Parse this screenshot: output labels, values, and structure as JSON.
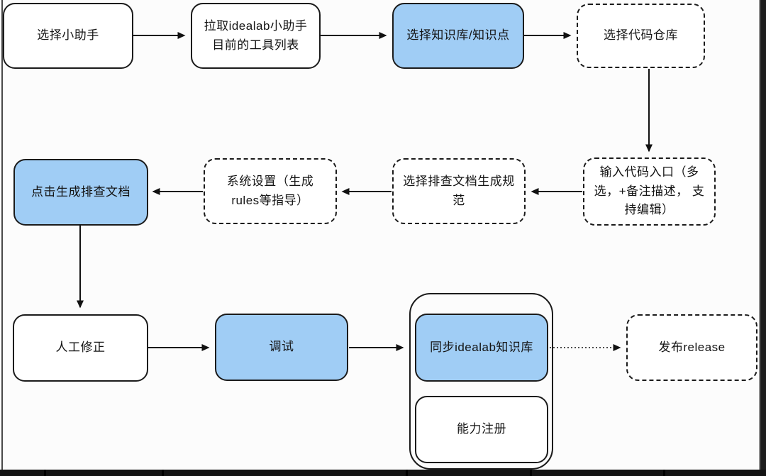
{
  "frame": {
    "background": "#fcfcfc",
    "bottom_bar_color": "#141414",
    "side_bar_color": "#1d1d1d"
  },
  "colors": {
    "node_border": "#1b1b1b",
    "highlight_fill": "#a0cdf5",
    "plain_fill": "#ffffff",
    "text": "#141414",
    "arrow": "#111111"
  },
  "nodes": {
    "select_assistant": {
      "label": "选择小助手",
      "shape": "rounded-solid",
      "highlighted": false
    },
    "fetch_tools": {
      "label": "拉取idealab小助手目前的工具列表",
      "shape": "rounded-solid",
      "highlighted": false
    },
    "select_kb": {
      "label": "选择知识库/知识点",
      "shape": "rounded-solid",
      "highlighted": true
    },
    "select_repo": {
      "label": "选择代码仓库",
      "shape": "rounded-dashed",
      "highlighted": false
    },
    "enter_code_entry": {
      "label": "输入代码入口（多选，+备注描述， 支持编辑）",
      "shape": "rounded-dashed",
      "highlighted": false
    },
    "select_doc_spec": {
      "label": "选择排查文档生成规范",
      "shape": "rounded-dashed",
      "highlighted": false
    },
    "system_settings": {
      "label": "系统设置（生成rules等指导）",
      "shape": "rounded-dashed",
      "highlighted": false
    },
    "click_generate_doc": {
      "label": "点击生成排查文档",
      "shape": "rounded-solid",
      "highlighted": true
    },
    "manual_fix": {
      "label": "人工修正",
      "shape": "rounded-solid",
      "highlighted": false
    },
    "debug": {
      "label": "调试",
      "shape": "rounded-solid",
      "highlighted": true
    },
    "sync_idealab_kb": {
      "label": "同步idealab知识库",
      "shape": "rounded-solid",
      "highlighted": true
    },
    "capability_register": {
      "label": "能力注册",
      "shape": "rounded-solid",
      "highlighted": false
    },
    "publish_release": {
      "label": "发布release",
      "shape": "rounded-dashed",
      "highlighted": false
    }
  },
  "edges": [
    {
      "from": "select_assistant",
      "to": "fetch_tools",
      "style": "solid"
    },
    {
      "from": "fetch_tools",
      "to": "select_kb",
      "style": "solid"
    },
    {
      "from": "select_kb",
      "to": "select_repo",
      "style": "solid"
    },
    {
      "from": "select_repo",
      "to": "enter_code_entry",
      "style": "solid"
    },
    {
      "from": "enter_code_entry",
      "to": "select_doc_spec",
      "style": "solid"
    },
    {
      "from": "select_doc_spec",
      "to": "system_settings",
      "style": "solid"
    },
    {
      "from": "system_settings",
      "to": "click_generate_doc",
      "style": "solid"
    },
    {
      "from": "click_generate_doc",
      "to": "manual_fix",
      "style": "solid"
    },
    {
      "from": "manual_fix",
      "to": "debug",
      "style": "solid"
    },
    {
      "from": "debug",
      "to": "sync_idealab_kb",
      "style": "solid"
    },
    {
      "from": "sync_idealab_kb",
      "to": "publish_release",
      "style": "dotted"
    }
  ]
}
